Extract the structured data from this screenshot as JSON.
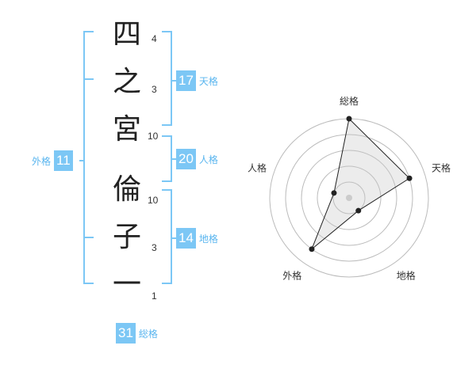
{
  "name_chars": [
    {
      "char": "四",
      "strokes": "4"
    },
    {
      "char": "之",
      "strokes": "3"
    },
    {
      "char": "宮",
      "strokes": "10"
    },
    {
      "char": "倫",
      "strokes": "10"
    },
    {
      "char": "子",
      "strokes": "3"
    },
    {
      "char": "一",
      "strokes": "1"
    }
  ],
  "fortune": {
    "tenkaku": {
      "label": "天格",
      "value": "17"
    },
    "jinkaku": {
      "label": "人格",
      "value": "20"
    },
    "chikaku": {
      "label": "地格",
      "value": "14"
    },
    "gaikaku": {
      "label": "外格",
      "value": "11"
    },
    "soukaku": {
      "label": "総格",
      "value": "31"
    }
  },
  "colors": {
    "accent": "#7cc7f5",
    "accent_text": "#59b5ef",
    "bracket": "#7cc7f5"
  },
  "chart_data": {
    "type": "radar",
    "axes": [
      "総格",
      "天格",
      "地格",
      "外格",
      "人格"
    ],
    "rings": 5,
    "values": [
      5,
      4,
      1,
      4,
      1
    ]
  }
}
